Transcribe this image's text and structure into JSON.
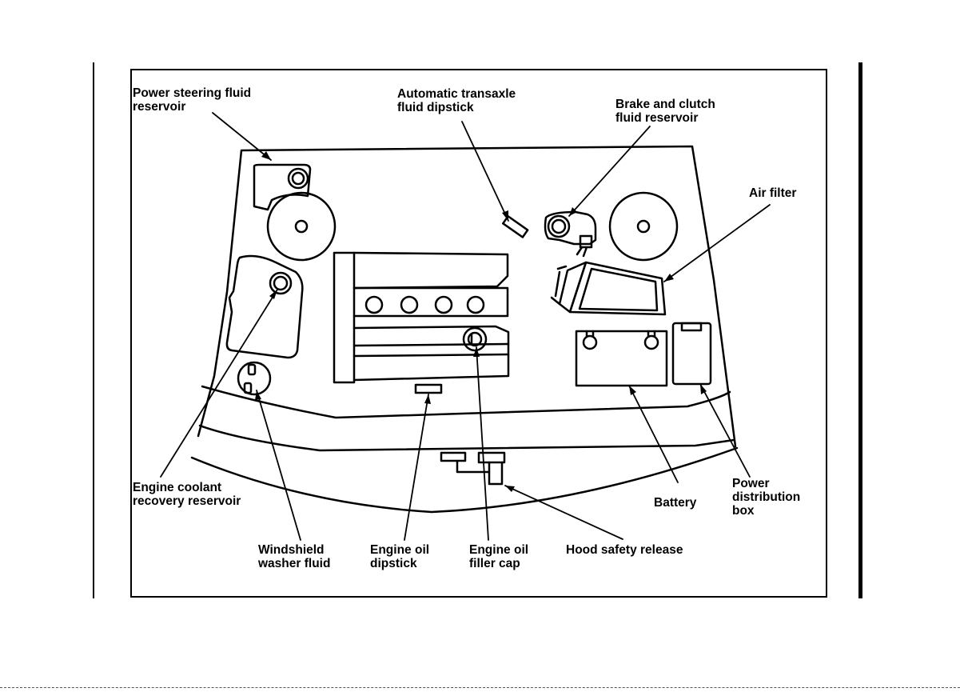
{
  "labels": {
    "power_steering": "Power steering fluid\nreservoir",
    "transaxle_dipstick": "Automatic transaxle\nfluid dipstick",
    "brake_clutch": "Brake and clutch\nfluid reservoir",
    "air_filter": "Air filter",
    "engine_coolant": "Engine coolant\nrecovery reservoir",
    "windshield_washer": "Windshield\nwasher fluid",
    "engine_oil_dipstick": "Engine oil\ndipstick",
    "engine_oil_filler": "Engine oil\nfiller cap",
    "hood_release": "Hood safety release",
    "battery": "Battery",
    "power_distribution": "Power\ndistribution\nbox"
  }
}
